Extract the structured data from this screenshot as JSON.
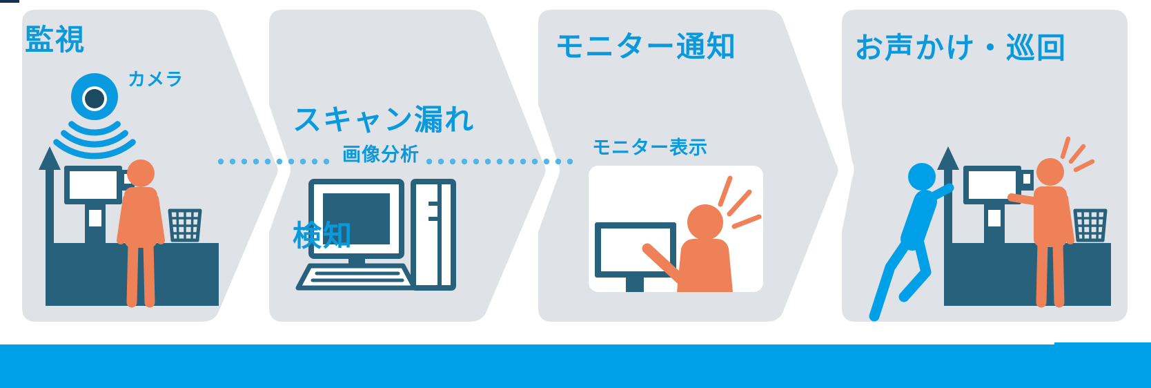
{
  "diagram_title": "",
  "steps": [
    {
      "id": "monitoring",
      "title": "監視",
      "annotation": "カメラ"
    },
    {
      "id": "scan-miss-detection",
      "title_lines": [
        "スキャン漏れ",
        "検知"
      ],
      "annotation": "画像分析"
    },
    {
      "id": "monitor-notification",
      "title": "モニター通知",
      "annotation": "モニター表示"
    },
    {
      "id": "callout-patrol",
      "title": "お声かけ・巡回"
    }
  ],
  "icons": [
    "camera-icon",
    "signal-waves-icon",
    "lane-sign-icon",
    "checkout-register-icon",
    "shopper-icon",
    "basket-icon",
    "analysis-computer-icon",
    "monitor-preview-box",
    "operator-icon",
    "alert-marks-icon",
    "staff-running-icon",
    "dotted-connector"
  ],
  "colors": {
    "panel_gray": "#dfe2e6",
    "accent_blue": "#0a99dc",
    "bright_blue": "#00a0e8",
    "dark_teal": "#27617c",
    "orange": "#ee8158",
    "dot_blue": "#50b5e7",
    "footer_bar_blue": "#00a0e8",
    "camera_center_dark": "#1b4a61",
    "top_tick_navy": "#15334f",
    "white": "#ffffff"
  }
}
